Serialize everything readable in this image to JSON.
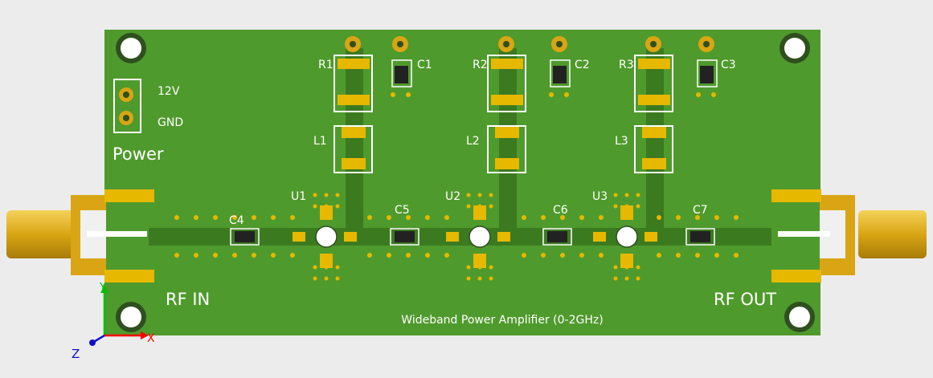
{
  "board": {
    "title": "Wideband Power Amplifier (0-2GHz)",
    "rf_in_label": "RF IN",
    "rf_out_label": "RF OUT",
    "power_label": "Power",
    "header_pins": [
      "12V",
      "GND"
    ]
  },
  "components": {
    "resistors": [
      "R1",
      "R2",
      "R3"
    ],
    "decoupling_caps": [
      "C1",
      "C2",
      "C3"
    ],
    "inductors": [
      "L1",
      "L2",
      "L3"
    ],
    "amplifiers": [
      "U1",
      "U2",
      "U3"
    ],
    "coupling_caps": [
      "C4",
      "C5",
      "C6",
      "C7"
    ]
  },
  "axes": {
    "y": "Y",
    "x": "X",
    "z": "Z"
  },
  "colors": {
    "background": "#ececec",
    "pcb": "#4f9a2c",
    "trace": "#3c7a20",
    "pad_gold": "#e6b800",
    "silk": "#ffffff",
    "connector_gold": "#d9a514",
    "axis_x": "#ff0000",
    "axis_y": "#00c000",
    "axis_z": "#1010cc"
  }
}
